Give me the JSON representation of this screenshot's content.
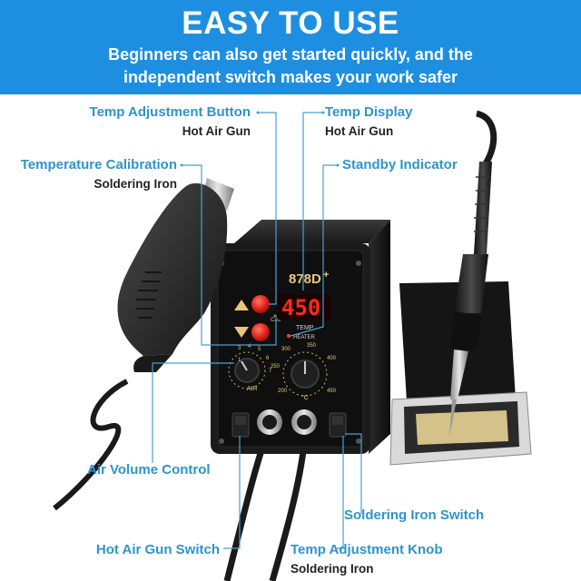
{
  "banner": {
    "title": "EASY TO USE",
    "subtitle_line1": "Beginners can also get started quickly, and the",
    "subtitle_line2": "independent switch makes your work safer"
  },
  "product": {
    "model": "878D",
    "model_plus": "+",
    "display_value": "450",
    "cal_label": "CAL",
    "temp_label": "TEMP",
    "heater_label": "HEATER",
    "air_label": "AIR",
    "celsius_label": "°C",
    "air_scale": [
      "1",
      "2",
      "3",
      "4",
      "5",
      "6",
      "7",
      "8"
    ],
    "temp_scale": [
      "200",
      "250",
      "300",
      "350",
      "400",
      "450"
    ]
  },
  "callouts": {
    "temp_adjust_button": {
      "title": "Temp Adjustment Button",
      "sub": "Hot Air Gun"
    },
    "temp_display": {
      "title": "Temp Display",
      "sub": "Hot Air Gun"
    },
    "temp_calibration": {
      "title": "Temperature Calibration",
      "sub": "Soldering Iron"
    },
    "standby_indicator": {
      "title": "Standby Indicator"
    },
    "air_volume": {
      "title": "Air Volume Control"
    },
    "iron_switch": {
      "title": "Soldering Iron Switch"
    },
    "gun_switch": {
      "title": "Hot Air Gun Switch"
    },
    "temp_knob": {
      "title": "Temp Adjustment Knob",
      "sub": "Soldering Iron"
    }
  },
  "colors": {
    "banner": "#1e8fe0",
    "callout_title": "#2f94c9",
    "leader": "#4a9fd0",
    "display": "#ff2a1a",
    "button": "#e2231a"
  }
}
